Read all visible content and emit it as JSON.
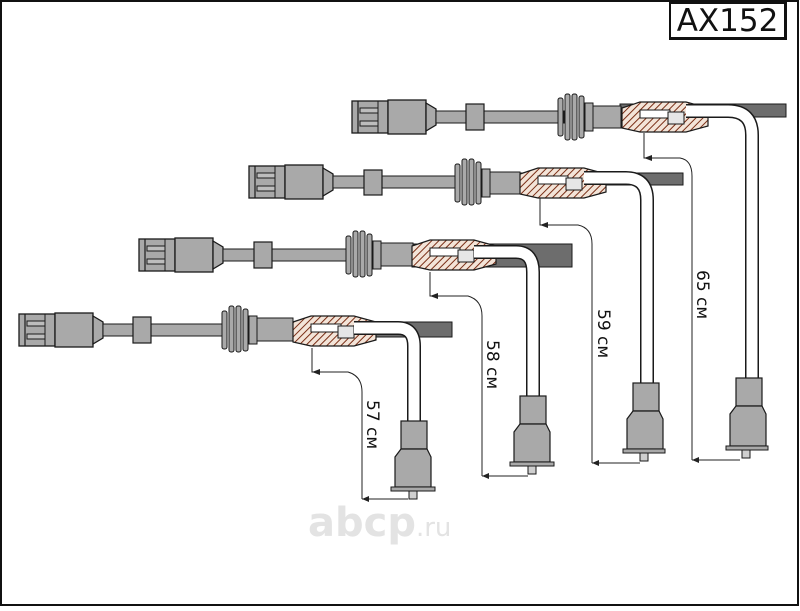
{
  "part_code": "AX152",
  "watermark": {
    "brand": "abcp",
    "tld": ".ru"
  },
  "cables": [
    {
      "length_label": "57 см"
    },
    {
      "length_label": "58 см"
    },
    {
      "length_label": "59 см"
    },
    {
      "length_label": "65 см"
    }
  ],
  "colors": {
    "cable_fill": "#a9a9a9",
    "cable_dark": "#6d6d6d",
    "outline": "#1a1a1a",
    "hatch": "#7a2e16",
    "watermark": "#e3e3e3"
  }
}
